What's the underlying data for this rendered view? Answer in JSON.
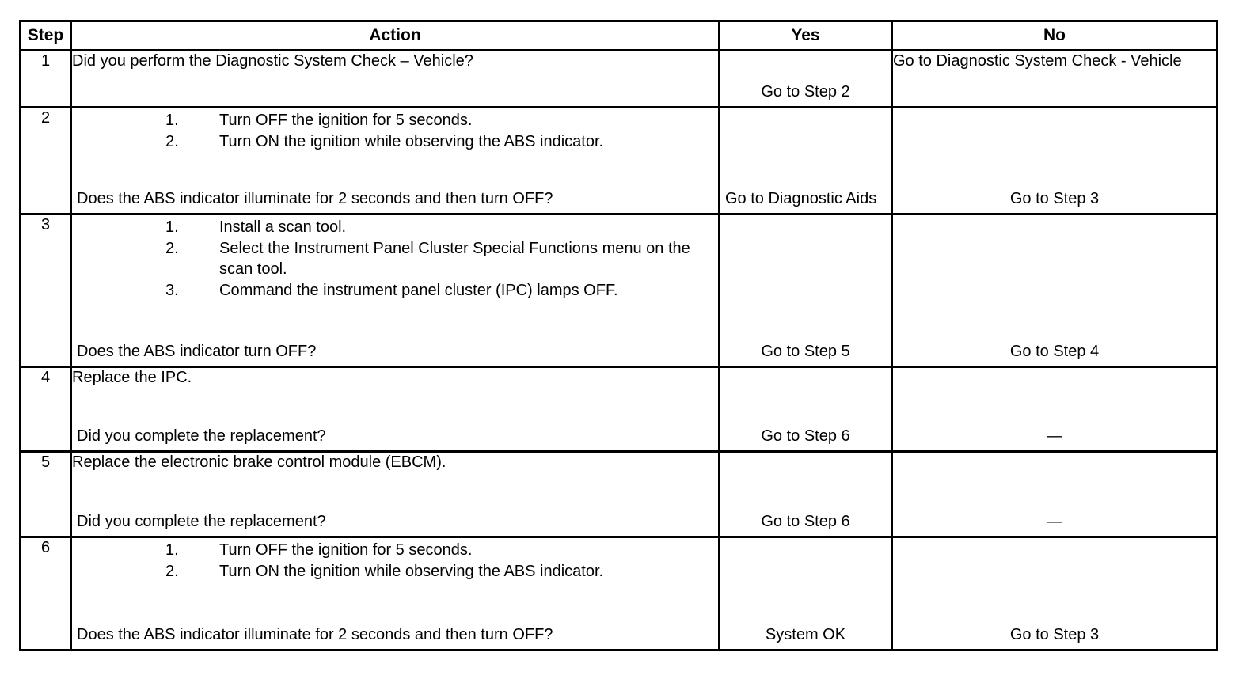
{
  "table": {
    "columns": [
      {
        "key": "step",
        "label": "Step"
      },
      {
        "key": "action",
        "label": "Action"
      },
      {
        "key": "yes",
        "label": "Yes"
      },
      {
        "key": "no",
        "label": "No"
      }
    ],
    "rows": [
      {
        "step": "1",
        "action": {
          "lead": "Did you perform the Diagnostic System Check – Vehicle?",
          "list": [],
          "question": ""
        },
        "yes": "Go to Step 2",
        "no": "Go to Diagnostic System Check - Vehicle"
      },
      {
        "step": "2",
        "action": {
          "lead": "",
          "list": [
            {
              "num": "1.",
              "text": "Turn OFF the ignition for 5 seconds."
            },
            {
              "num": "2.",
              "text": "Turn ON the ignition while observing the ABS indicator."
            }
          ],
          "question": "Does the ABS indicator illuminate for 2 seconds and then turn OFF?"
        },
        "yes": "Go to Diagnostic Aids",
        "no": "Go to Step 3"
      },
      {
        "step": "3",
        "action": {
          "lead": "",
          "list": [
            {
              "num": "1.",
              "text": "Install a scan tool."
            },
            {
              "num": "2.",
              "text": "Select the Instrument Panel Cluster Special Functions menu on the scan tool."
            },
            {
              "num": "3.",
              "text": "Command the instrument panel cluster (IPC) lamps OFF."
            }
          ],
          "question": "Does the ABS indicator turn OFF?"
        },
        "yes": "Go to Step 5",
        "no": "Go to Step 4"
      },
      {
        "step": "4",
        "action": {
          "lead": "Replace the IPC.",
          "list": [],
          "question": "Did you complete the replacement?"
        },
        "yes": "Go to Step 6",
        "no": "—"
      },
      {
        "step": "5",
        "action": {
          "lead": "Replace the electronic brake control module (EBCM).",
          "list": [],
          "question": "Did you complete the replacement?"
        },
        "yes": "Go to Step 6",
        "no": "—"
      },
      {
        "step": "6",
        "action": {
          "lead": "",
          "list": [
            {
              "num": "1.",
              "text": "Turn OFF the ignition for 5 seconds."
            },
            {
              "num": "2.",
              "text": "Turn ON the ignition while observing the ABS indicator."
            }
          ],
          "question": "Does the ABS indicator illuminate for 2 seconds and then turn OFF?"
        },
        "yes": "System OK",
        "no": "Go to Step 3"
      }
    ]
  },
  "style": {
    "border_color": "#000000",
    "text_color": "#000000",
    "background": "#ffffff"
  }
}
